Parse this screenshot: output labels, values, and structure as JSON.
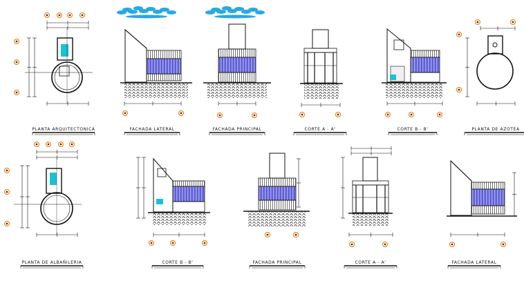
{
  "colors": {
    "line": "#111111",
    "glass": "#3b3bd6",
    "glass_light": "#c9c9f5",
    "cyan": "#19c3d6",
    "marker": "#e07a00",
    "cloud": "#2aa8e0"
  },
  "titles": {
    "planta_arquitectonica": "PLANTA ARQUITECTONICA",
    "fachada_lateral_1": "FACHADA LATERAL",
    "fachada_principal_1": "FACHADA PRINCIPAL",
    "corte_aa_1": "CORTE A - A'",
    "corte_bb_1": "CORTE B - B'",
    "planta_azotea": "PLANTA DE AZOTEA",
    "planta_albanileria": "PLANTA DE ALBAÑILERIA",
    "corte_bb_2": "CORTE B - B'",
    "fachada_principal_2": "FACHADA PRINCIPAL",
    "corte_aa_2": "CORTE A - A'",
    "fachada_lateral_2": "FACHADA LATERAL"
  }
}
